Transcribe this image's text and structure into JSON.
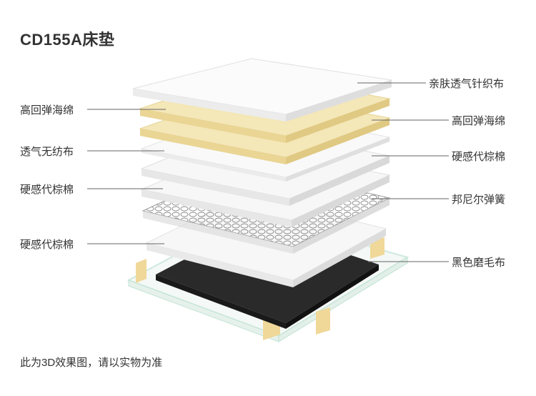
{
  "title": "CD155A床垫",
  "labels_right": [
    "亲肤透气针织布",
    "高回弹海绵",
    "硬感代棕棉",
    "邦尼尔弹簧",
    "黑色磨毛布"
  ],
  "labels_left": [
    "高回弹海绵",
    "透气无纺布",
    "硬感代棕棉",
    "硬感代棕棉"
  ],
  "footnote": "此为3D效果图，请以实物为准",
  "colors": {
    "foam": "#f4e7b8",
    "cloth": "#f5f5f5",
    "black": "#2a2a2a",
    "frame_edge": "#bfe3d4",
    "line": "#666666"
  }
}
